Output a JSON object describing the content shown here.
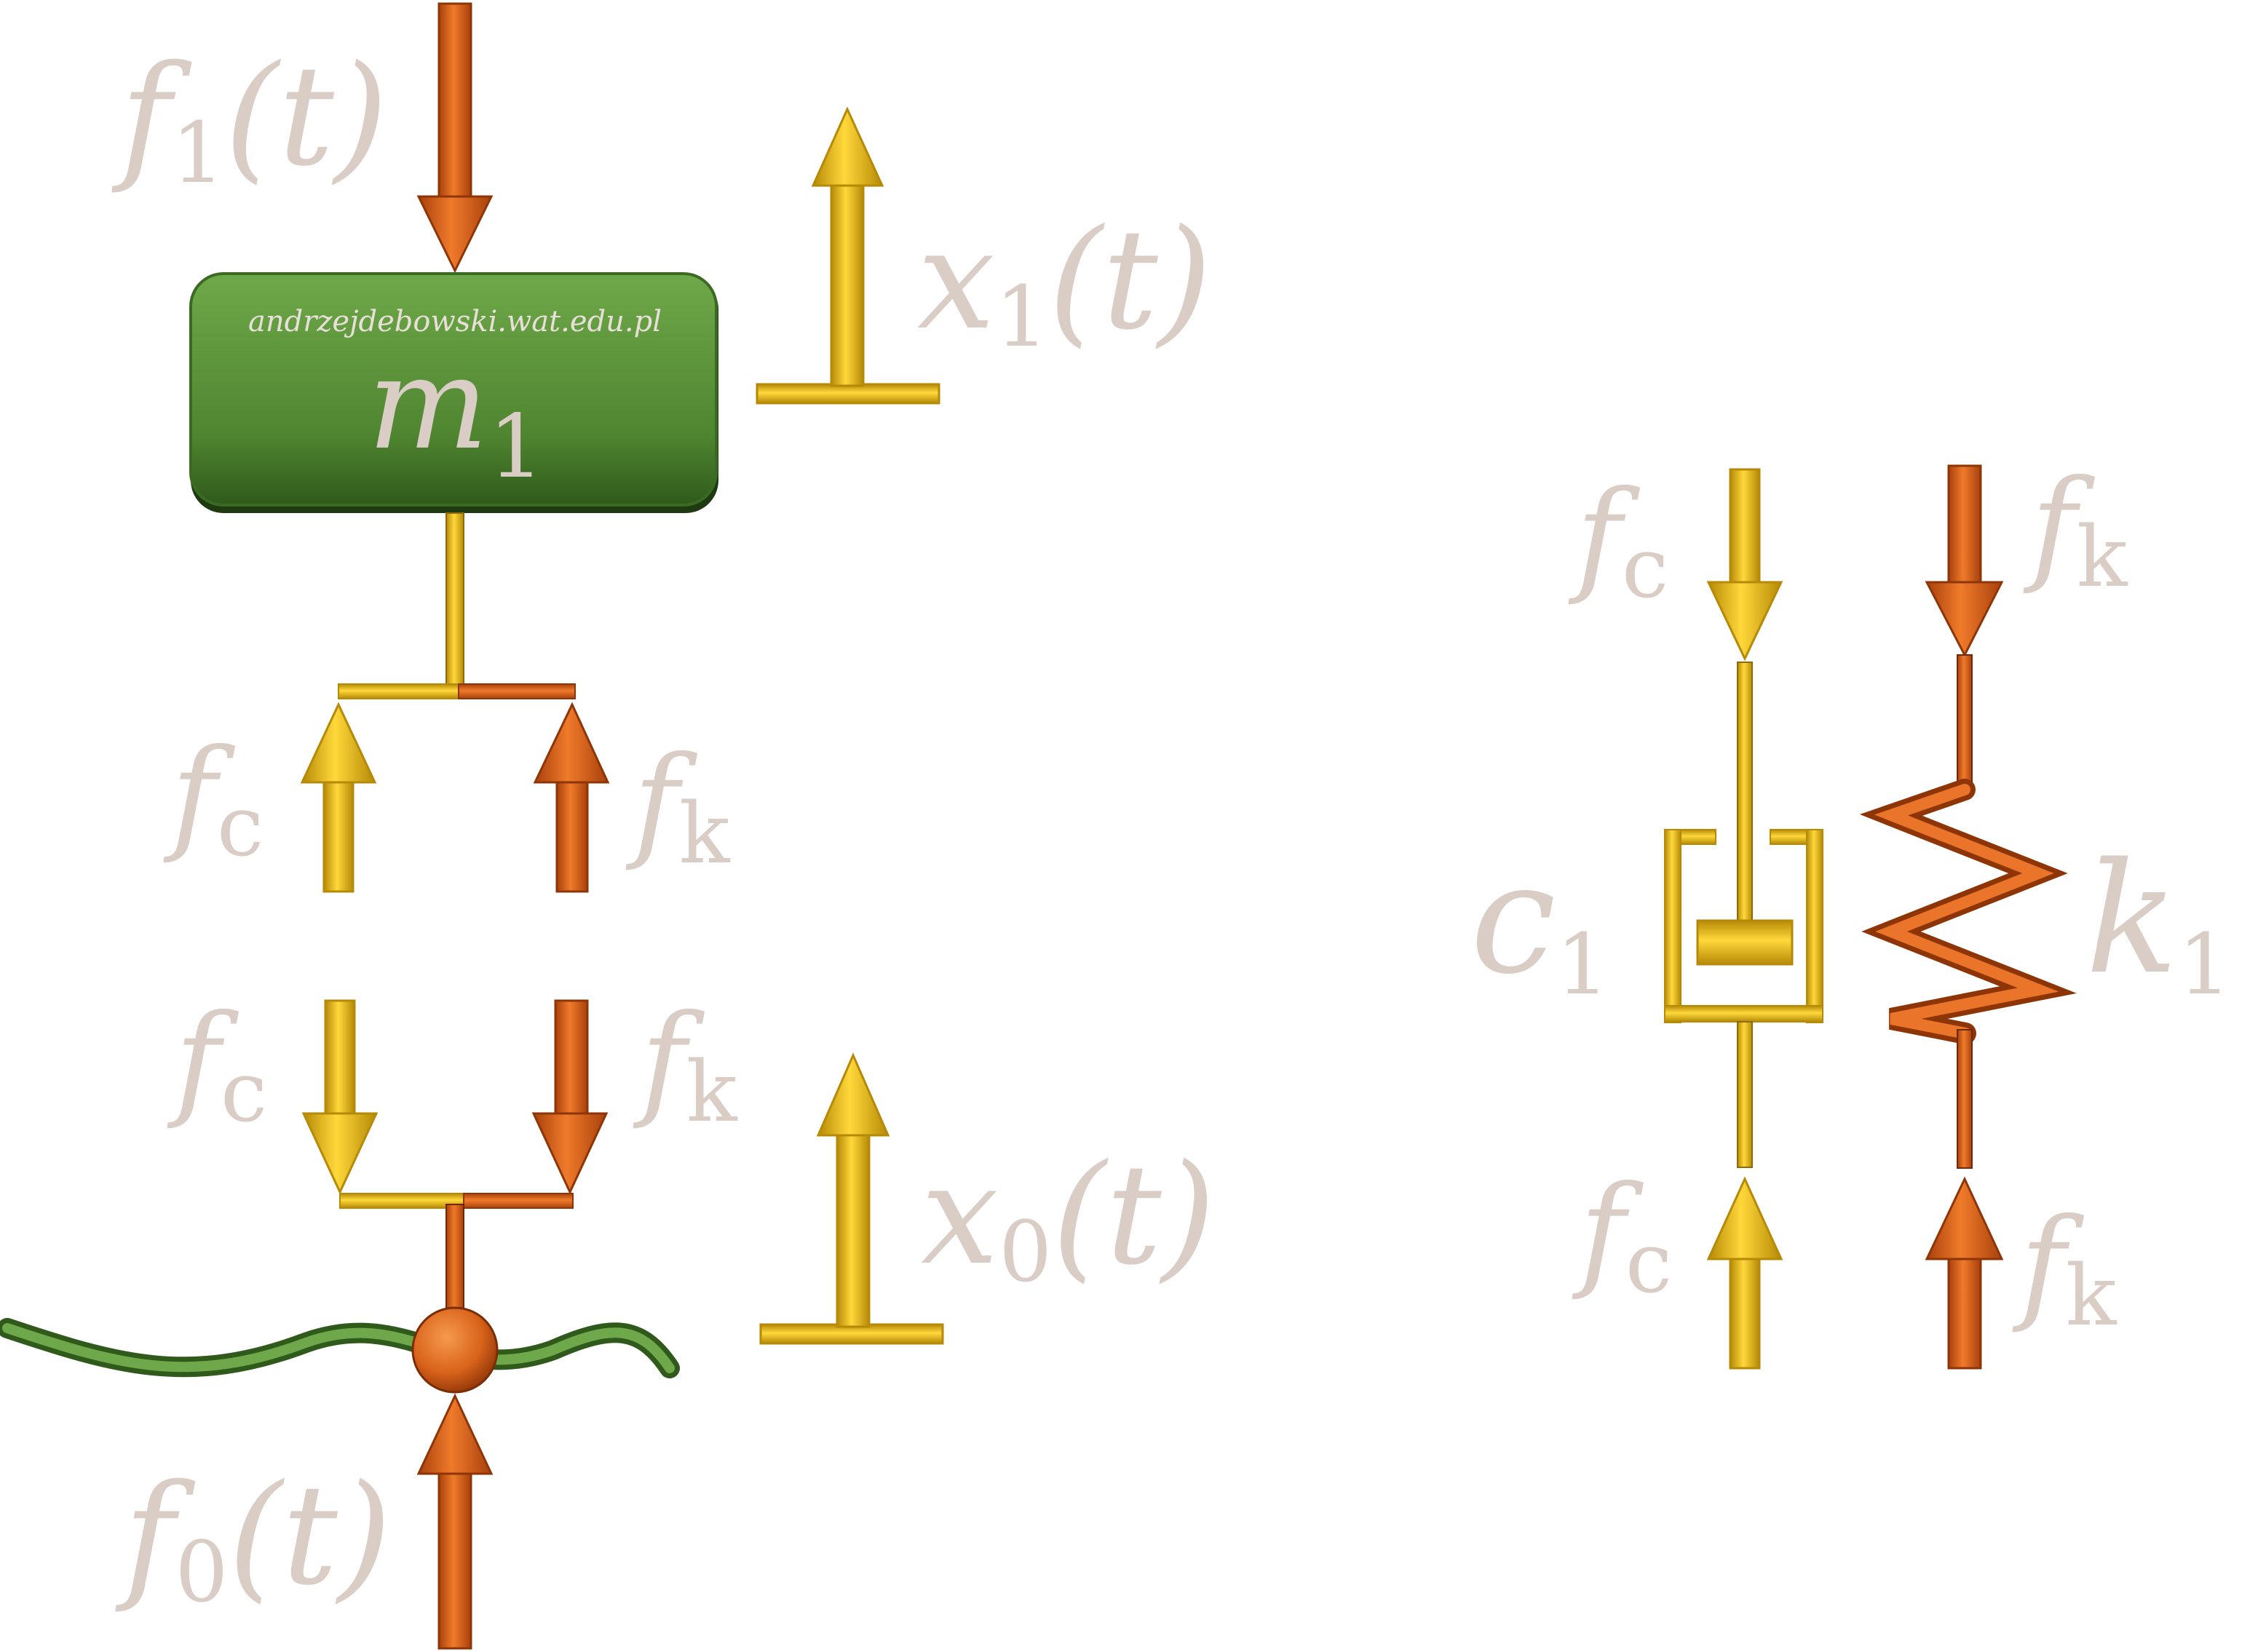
{
  "colors": {
    "orange": "#e06a1e",
    "orange_dark": "#a8410c",
    "yellow": "#f4c20e",
    "yellow_dark": "#b68a07",
    "green": "#548c34",
    "green_dark": "#2f5a1b",
    "label": "#d9cdc5"
  },
  "mass": {
    "watermark": "andrzejdebowski.wat.edu.pl",
    "symbol": "m",
    "subscript": "1"
  },
  "labels": {
    "f1": {
      "main": "f",
      "sub": "1",
      "tail": "(t)"
    },
    "x1": {
      "main": "x",
      "sub": "1",
      "tail": "(t)"
    },
    "x0": {
      "main": "x",
      "sub": "0",
      "tail": "(t)"
    },
    "f0": {
      "main": "f",
      "sub": "0",
      "tail": "(t)"
    },
    "fc": {
      "main": "f",
      "sub": "c"
    },
    "fk": {
      "main": "f",
      "sub": "k"
    },
    "c1": {
      "main": "c",
      "sub": "1"
    },
    "k1": {
      "main": "k",
      "sub": "1"
    }
  }
}
